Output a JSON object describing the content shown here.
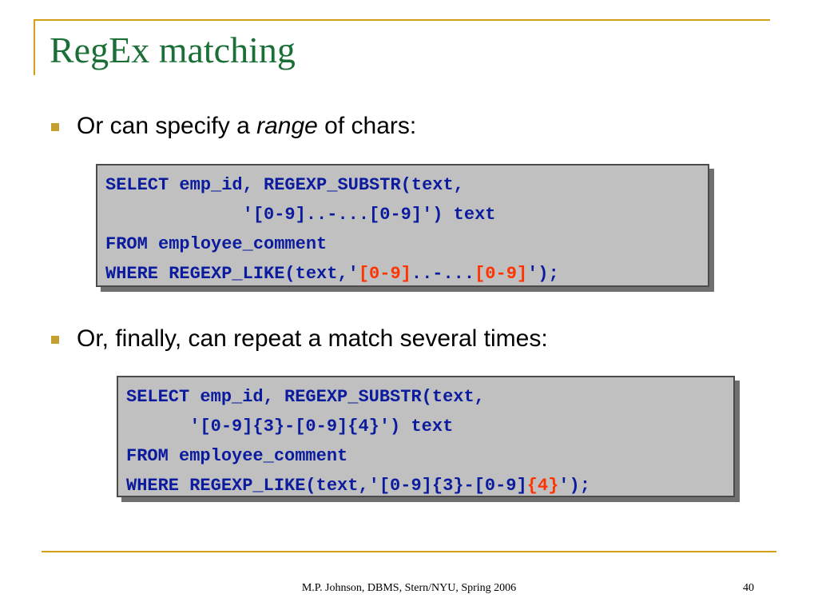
{
  "slide": {
    "title": "RegEx matching",
    "bullets": [
      {
        "pre": "Or can specify a ",
        "em": "range",
        "post": " of chars:"
      },
      {
        "text": "Or, finally, can repeat a match several times:"
      }
    ],
    "code1": {
      "line1": "SELECT emp_id, REGEXP_SUBSTR(text,",
      "line2": "             '[0-9]..-...[0-9]') text",
      "line3": "FROM employee_comment",
      "line4_a": "WHERE REGEXP_LIKE(text,'",
      "line4_h1": "[0-9]",
      "line4_b": "..-...",
      "line4_h2": "[0-9]",
      "line4_c": "');"
    },
    "code2": {
      "line1": "SELECT emp_id, REGEXP_SUBSTR(text,",
      "line2": "      '[0-9]{3}-[0-9]{4}') text",
      "line3": "FROM employee_comment",
      "line4_a": "WHERE REGEXP_LIKE(text,'[0-9]{3}-[0-9]",
      "line4_h": "{4}",
      "line4_b": "');"
    },
    "footer": "M.P. Johnson, DBMS, Stern/NYU, Spring 2006",
    "page_number": "40"
  },
  "colors": {
    "title": "#1a6f36",
    "accent_gold": "#d4a017",
    "code_text": "#0b1b9e",
    "code_highlight": "#ff3300",
    "code_bg": "#c0c0c0"
  }
}
